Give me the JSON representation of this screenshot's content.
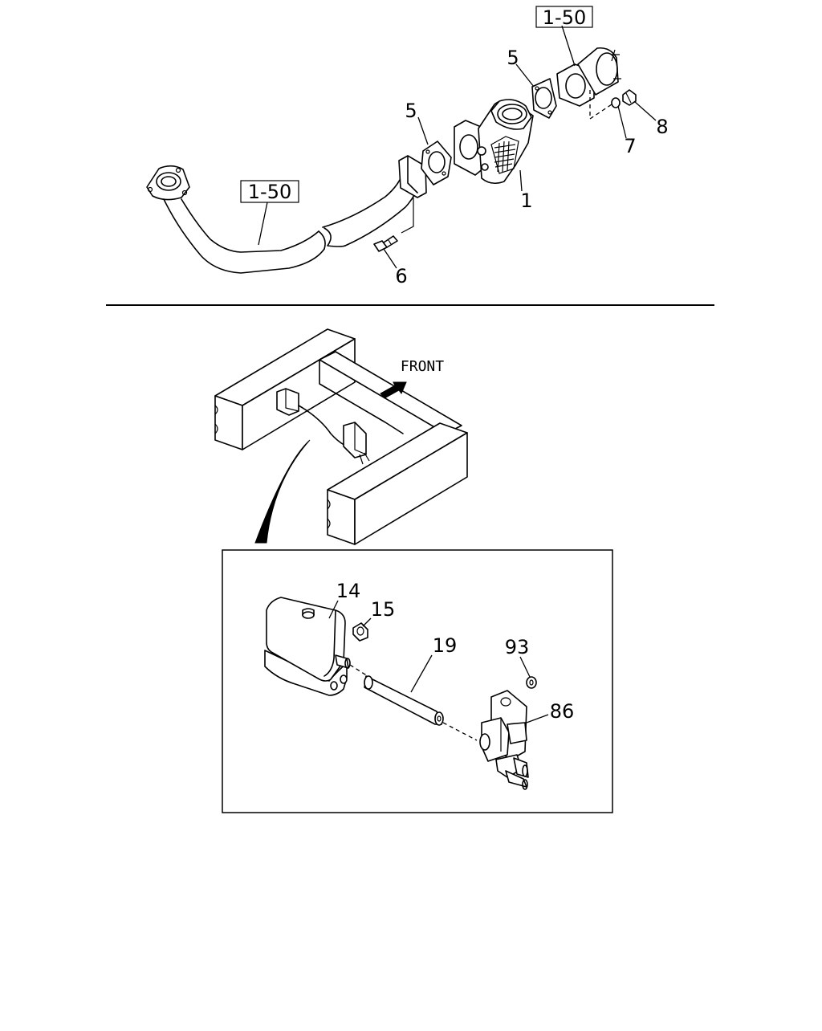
{
  "upper_assembly": {
    "callouts": {
      "part_1": "1",
      "part_5_left": "5",
      "part_5_right": "5",
      "part_6": "6",
      "part_7": "7",
      "part_8": "8"
    },
    "references": {
      "ref_top": "1-50",
      "ref_pipe": "1-50"
    }
  },
  "chassis_view": {
    "direction_label": "FRONT"
  },
  "detail_box": {
    "callouts": {
      "part_14": "14",
      "part_15": "15",
      "part_19": "19",
      "part_93": "93",
      "part_86": "86"
    }
  }
}
